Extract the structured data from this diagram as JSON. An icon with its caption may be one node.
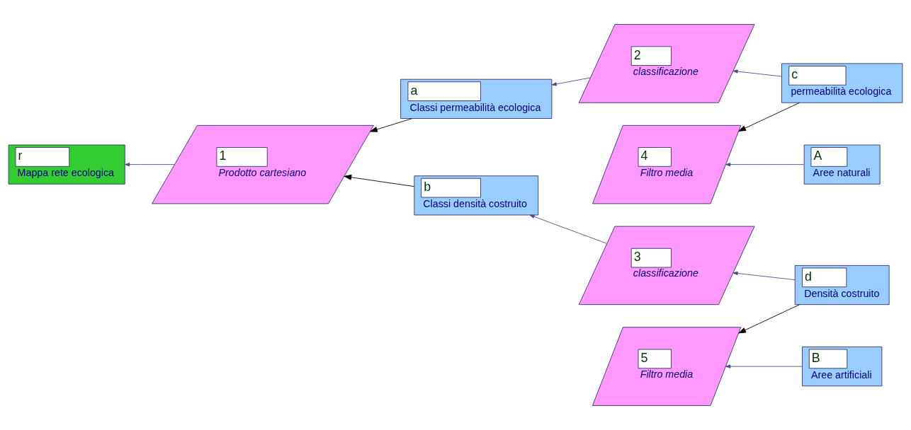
{
  "diagram": {
    "nodes": [
      {
        "text": [
          "r",
          "Mappa rete ecologica"
        ]
      },
      {
        "text": [
          "1",
          "Prodotto cartesiano"
        ]
      },
      {
        "text": [
          "a",
          "Classi permeabilità ecologica"
        ]
      },
      {
        "text": [
          "2",
          "classificazione"
        ]
      },
      {
        "text": [
          "c",
          "permeabilità ecologica"
        ]
      },
      {
        "text": [
          "4",
          "Filtro media"
        ]
      },
      {
        "text": [
          "A",
          "Aree naturali"
        ]
      },
      {
        "text": [
          "b",
          "Classi densità costruito"
        ]
      },
      {
        "text": [
          "3",
          "classificazione"
        ]
      },
      {
        "text": [
          "d",
          "Densità costruito"
        ]
      },
      {
        "text": [
          "5",
          "Filtro media"
        ]
      },
      {
        "text": [
          "B",
          "Aree artificiali"
        ]
      }
    ],
    "edges": [
      {
        "from": 1,
        "to": 0,
        "arrow": "to"
      },
      {
        "from": 2,
        "to": 1,
        "arrow": "to",
        "color": "#000000"
      },
      {
        "from": 7,
        "to": 1,
        "arrow": "to",
        "color": "#000000"
      },
      {
        "from": 3,
        "to": 2,
        "arrow": "to"
      },
      {
        "from": 4,
        "to": 3,
        "arrow": "to"
      },
      {
        "from": 4,
        "to": 5,
        "arrow": "to",
        "color": "#000000"
      },
      {
        "from": 6,
        "to": 5,
        "arrow": "to"
      },
      {
        "from": 8,
        "to": 7,
        "arrow": "to"
      },
      {
        "from": 9,
        "to": 8,
        "arrow": "to"
      },
      {
        "from": 9,
        "to": 10,
        "arrow": "to",
        "color": "#000000"
      },
      {
        "from": 11,
        "to": 10,
        "arrow": "to"
      }
    ]
  }
}
